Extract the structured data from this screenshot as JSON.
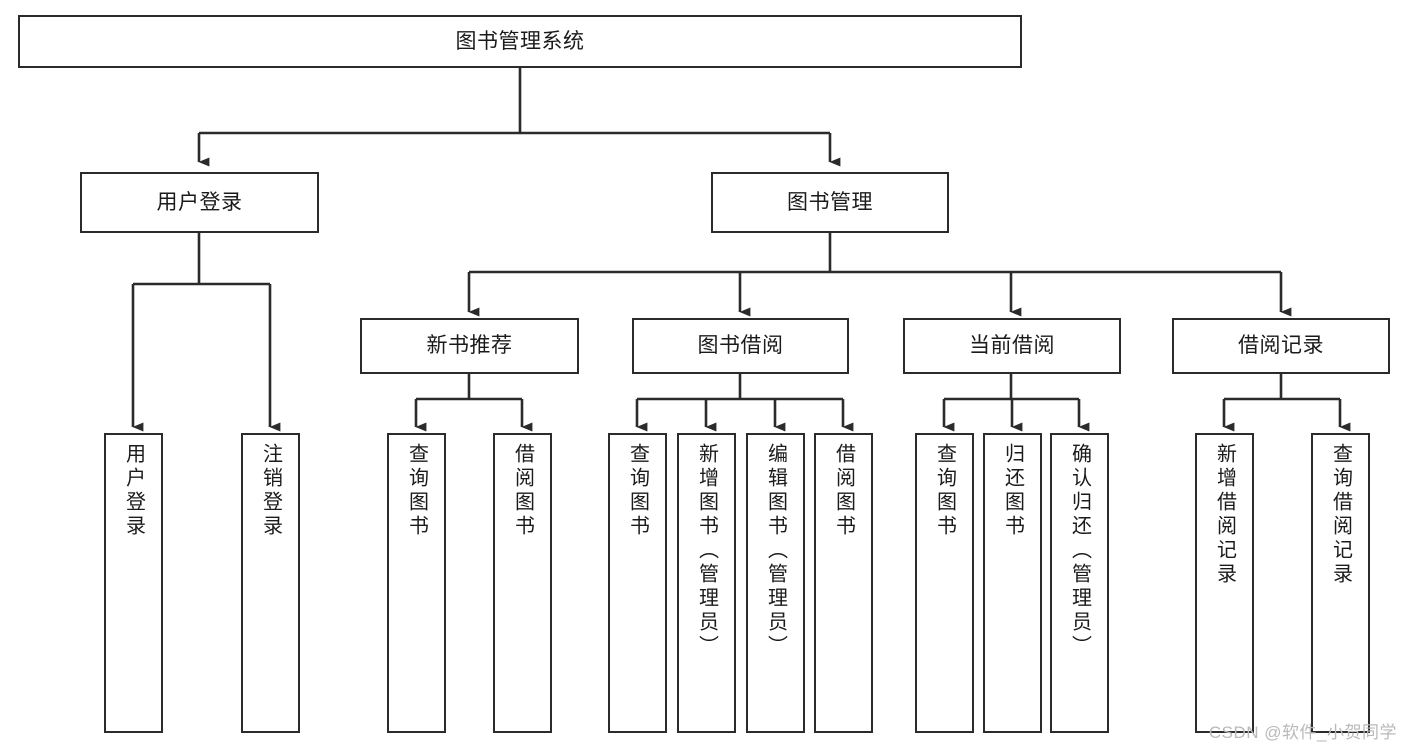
{
  "diagram": {
    "title": "图书管理系统",
    "type": "tree",
    "watermark": "CSDN @软件_小贺同学",
    "colors": {
      "stroke": "#2b2b2b",
      "fill": "#ffffff",
      "text": "#1b1b1b",
      "watermark": "#b9b9b9"
    },
    "nodes": {
      "root": {
        "label": "图书管理系统",
        "orientation": "horizontal"
      },
      "l2_user": {
        "label": "用户登录",
        "orientation": "horizontal"
      },
      "l2_book": {
        "label": "图书管理",
        "orientation": "horizontal"
      },
      "l3_new": {
        "label": "新书推荐",
        "orientation": "horizontal"
      },
      "l3_borrow": {
        "label": "图书借阅",
        "orientation": "horizontal"
      },
      "l3_current": {
        "label": "当前借阅",
        "orientation": "horizontal"
      },
      "l3_record": {
        "label": "借阅记录",
        "orientation": "horizontal"
      },
      "leaf_user_login": {
        "label": "用户登录",
        "orientation": "vertical"
      },
      "leaf_user_logout": {
        "label": "注销登录",
        "orientation": "vertical"
      },
      "leaf_new_query": {
        "label": "查询图书",
        "orientation": "vertical"
      },
      "leaf_new_borrow": {
        "label": "借阅图书",
        "orientation": "vertical"
      },
      "leaf_borrow_query": {
        "label": "查询图书",
        "orientation": "vertical"
      },
      "leaf_borrow_add": {
        "label": "新增图书（管理员）",
        "orientation": "vertical"
      },
      "leaf_borrow_edit": {
        "label": "编辑图书（管理员）",
        "orientation": "vertical"
      },
      "leaf_borrow_lend": {
        "label": "借阅图书",
        "orientation": "vertical"
      },
      "leaf_cur_query": {
        "label": "查询图书",
        "orientation": "vertical"
      },
      "leaf_cur_return": {
        "label": "归还图书",
        "orientation": "vertical"
      },
      "leaf_cur_confirm": {
        "label": "确认归还（管理员）",
        "orientation": "vertical"
      },
      "leaf_rec_add": {
        "label": "新增借阅记录",
        "orientation": "vertical"
      },
      "leaf_rec_query": {
        "label": "查询借阅记录",
        "orientation": "vertical"
      }
    },
    "hierarchy": [
      {
        "parent": "图书管理系统",
        "children": [
          "用户登录",
          "图书管理"
        ]
      },
      {
        "parent": "用户登录",
        "children": [
          "用户登录",
          "注销登录"
        ]
      },
      {
        "parent": "图书管理",
        "children": [
          "新书推荐",
          "图书借阅",
          "当前借阅",
          "借阅记录"
        ]
      },
      {
        "parent": "新书推荐",
        "children": [
          "查询图书",
          "借阅图书"
        ]
      },
      {
        "parent": "图书借阅",
        "children": [
          "查询图书",
          "新增图书（管理员）",
          "编辑图书（管理员）",
          "借阅图书"
        ]
      },
      {
        "parent": "当前借阅",
        "children": [
          "查询图书",
          "归还图书",
          "确认归还（管理员）"
        ]
      },
      {
        "parent": "借阅记录",
        "children": [
          "新增借阅记录",
          "查询借阅记录"
        ]
      }
    ]
  }
}
